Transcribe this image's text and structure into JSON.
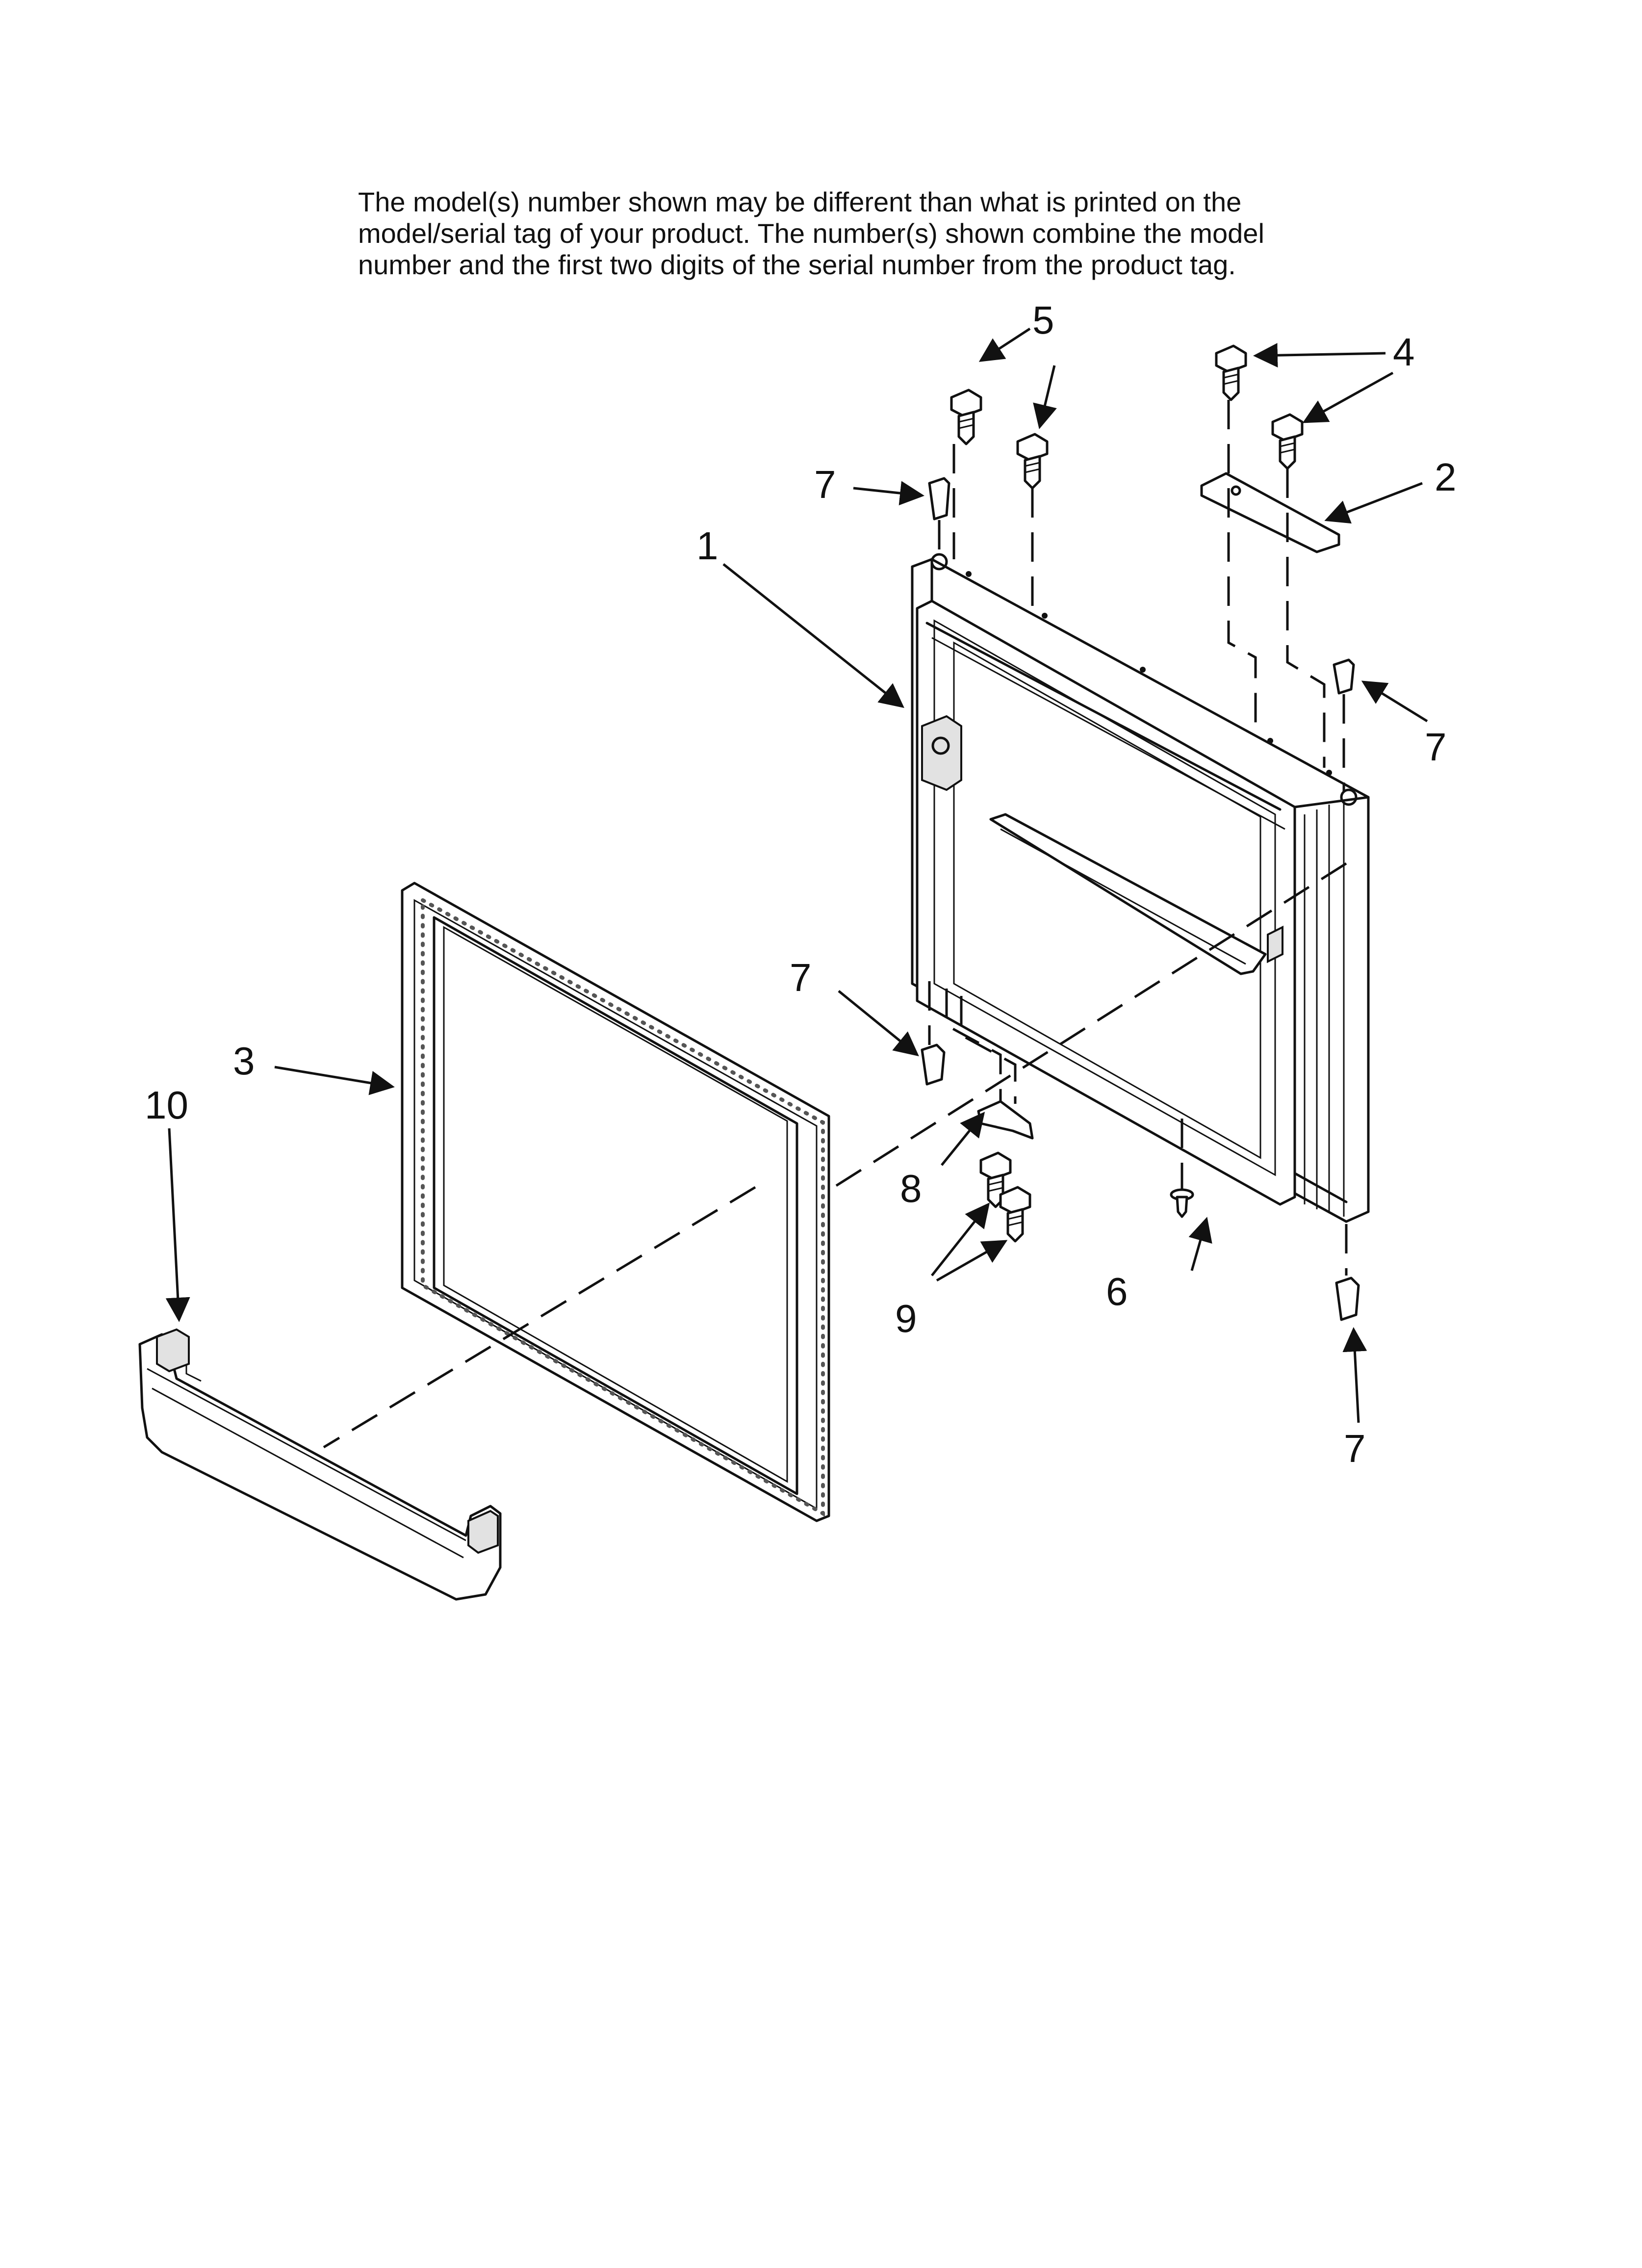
{
  "notice": {
    "lines": [
      "The model(s) number shown may be different than what is printed on the",
      "model/serial tag of your product. The number(s) shown combine the model",
      "number and the first two digits of the serial number from the product tag."
    ]
  },
  "callouts": {
    "c1": "1",
    "c2": "2",
    "c3": "3",
    "c4": "4",
    "c5": "5",
    "c6": "6",
    "c7a": "7",
    "c7b": "7",
    "c7c": "7",
    "c7d": "7",
    "c8": "8",
    "c9": "9",
    "c10": "10"
  }
}
